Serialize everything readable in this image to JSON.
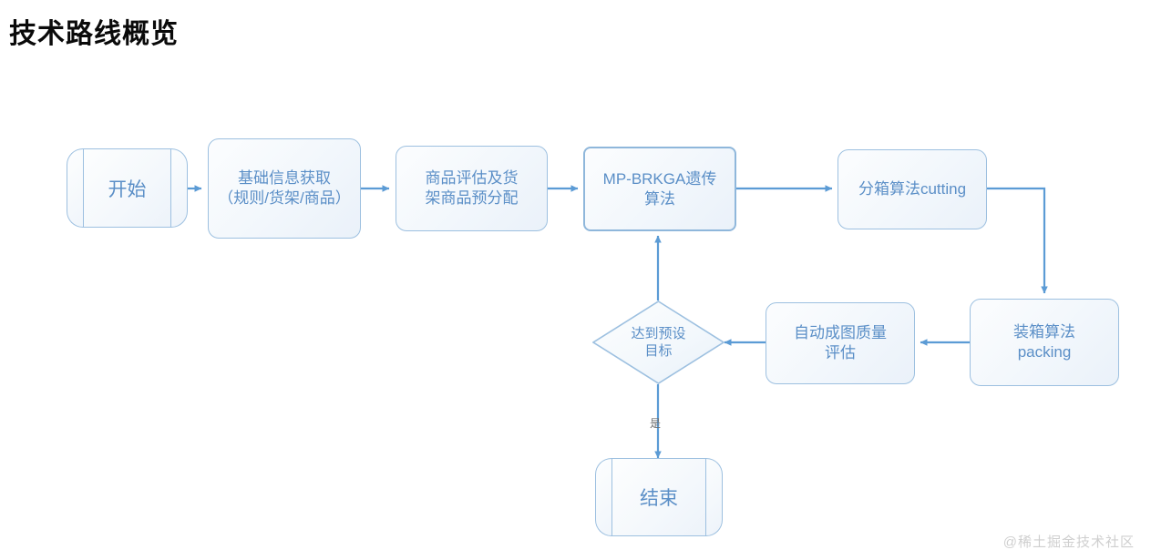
{
  "page": {
    "title": "技术路线概览",
    "watermark": "@稀土掘金技术社区",
    "background_color": "#ffffff",
    "accent_color": "#5b8fc7",
    "node_border_color": "#9dc0e0",
    "connector_color": "#5b9bd5",
    "title_color": "#0a0a0a",
    "watermark_color": "#cfcfcf"
  },
  "diagram": {
    "type": "flowchart",
    "nodes": [
      {
        "id": "start",
        "label": "开始",
        "shape": "cylinder",
        "font_size": 21
      },
      {
        "id": "basicinfo",
        "label": "基础信息获取\n（规则/货架/商品）",
        "shape": "rounded-rect",
        "font_size": 17
      },
      {
        "id": "assess",
        "label": "商品评估及货\n架商品预分配",
        "shape": "rounded-rect",
        "font_size": 17
      },
      {
        "id": "mpbrkga",
        "label": "MP-BRKGA遗传\n算法",
        "shape": "rect-thick",
        "font_size": 17
      },
      {
        "id": "cutting",
        "label": "分箱算法cutting",
        "shape": "rounded-rect",
        "font_size": 17
      },
      {
        "id": "packing",
        "label": "装箱算法\npacking",
        "shape": "rounded-rect",
        "font_size": 17
      },
      {
        "id": "quality",
        "label": "自动成图质量\n评估",
        "shape": "rounded-rect",
        "font_size": 17
      },
      {
        "id": "decision",
        "label": "达到预设\n目标",
        "shape": "diamond",
        "font_size": 15
      },
      {
        "id": "end",
        "label": "结束",
        "shape": "cylinder",
        "font_size": 21
      }
    ],
    "edges": [
      {
        "from": "start",
        "to": "basicinfo",
        "label": ""
      },
      {
        "from": "basicinfo",
        "to": "assess",
        "label": ""
      },
      {
        "from": "assess",
        "to": "mpbrkga",
        "label": ""
      },
      {
        "from": "mpbrkga",
        "to": "cutting",
        "label": ""
      },
      {
        "from": "cutting",
        "to": "packing",
        "label": ""
      },
      {
        "from": "packing",
        "to": "quality",
        "label": ""
      },
      {
        "from": "quality",
        "to": "decision",
        "label": ""
      },
      {
        "from": "decision",
        "to": "mpbrkga",
        "label": ""
      },
      {
        "from": "decision",
        "to": "end",
        "label": "是"
      }
    ],
    "edge_labels": {
      "decision_to_end": "是"
    }
  }
}
